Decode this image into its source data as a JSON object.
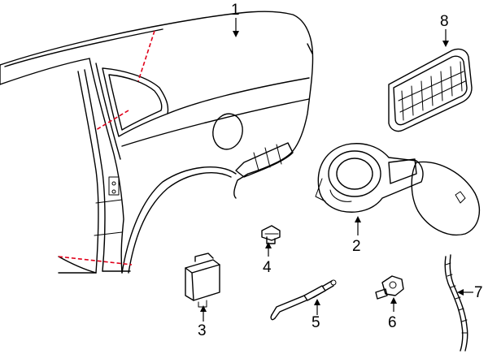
{
  "diagram": {
    "callouts": [
      {
        "id": "1",
        "label": "1"
      },
      {
        "id": "2",
        "label": "2"
      },
      {
        "id": "3",
        "label": "3"
      },
      {
        "id": "4",
        "label": "4"
      },
      {
        "id": "5",
        "label": "5"
      },
      {
        "id": "6",
        "label": "6"
      },
      {
        "id": "7",
        "label": "7"
      },
      {
        "id": "8",
        "label": "8"
      }
    ],
    "colors": {
      "line": "#000000",
      "cut_line": "#e0001a",
      "background": "#ffffff"
    }
  }
}
